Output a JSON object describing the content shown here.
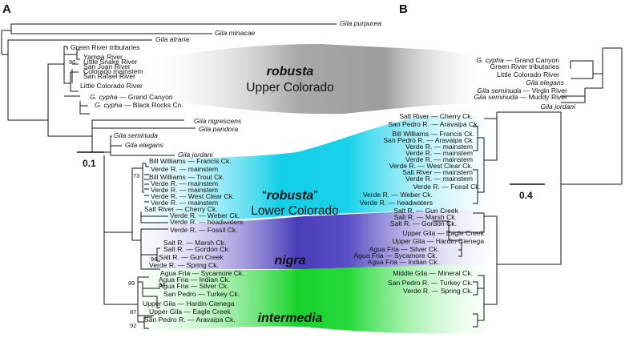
{
  "panels": {
    "a": "A",
    "b": "B"
  },
  "scales": {
    "a": "0.1",
    "b": "0.4"
  },
  "groups": {
    "robusta_upper": {
      "name": "robusta",
      "sub": "Upper Colorado"
    },
    "robusta_lower": {
      "q_open": "“",
      "name": "robusta",
      "q_close": "”",
      "sub": "Lower Colorado"
    },
    "nigra": {
      "name": "nigra"
    },
    "intermedia": {
      "name": "intermedia"
    }
  },
  "colors": {
    "grey": "#b9b9b9",
    "cyan": "#22d3ea",
    "purple": "#5a4ec2",
    "green": "#28d93c"
  },
  "support": {
    "n90": "90",
    "n73": "73",
    "n94a": "94",
    "n89": "89",
    "n94b": "94",
    "n87": "87",
    "n92": "92"
  },
  "tree_a_labels": [
    {
      "t": "Gila purpurea",
      "italic": true
    },
    {
      "t": "Gila minacae",
      "italic": true
    },
    {
      "t": "Gila atraria",
      "italic": true
    },
    {
      "t": "Green River tributaries"
    },
    {
      "t": "Yampa River"
    },
    {
      "t": "Little Snake River"
    },
    {
      "t": "San Juan River"
    },
    {
      "t": "Colorado mainstem"
    },
    {
      "t": "San Rafael River"
    },
    {
      "t": "Little Colorado River"
    },
    {
      "t": "G. cypha",
      "italic": true,
      "rest": " — Grand Canyon"
    },
    {
      "t": "G. cypha",
      "italic": true,
      "rest": " — Black Rocks Cn."
    },
    {
      "t": "Gila nigrescens",
      "italic": true
    },
    {
      "t": "Gila pandora",
      "italic": true
    },
    {
      "t": "Gila seminuda",
      "italic": true
    },
    {
      "t": "Gila elegans",
      "italic": true
    },
    {
      "t": "Gila jordani",
      "italic": true
    },
    {
      "t": "Bill Williams — Francis Ck."
    },
    {
      "t": "Verde R. — mainstem"
    },
    {
      "t": "Bill Williams — Trout Ck."
    },
    {
      "t": "Verde R. — mainstem"
    },
    {
      "t": "Verde R. — mainstem"
    },
    {
      "t": "Verde R. — West Clear Ck."
    },
    {
      "t": "Verde R. — mainstem"
    },
    {
      "t": "Salt River — Cherry Ck."
    },
    {
      "t": "Verde R. — Weber Ck."
    },
    {
      "t": "Verde R. — headwaters"
    },
    {
      "t": "Verde R. — Fossil Ck."
    },
    {
      "t": "Salt R. — Marsh Ck."
    },
    {
      "t": "Salt R. — Gordon Ck."
    },
    {
      "t": "Salt R. — Gun Creek"
    },
    {
      "t": "Verde R. — Spring Ck."
    },
    {
      "t": "Agua Fria — Sycamore Ck."
    },
    {
      "t": "Agua Fria — Indian Ck."
    },
    {
      "t": "Agua Fria — Silver Ck."
    },
    {
      "t": "San Pedro — Turkey Ck."
    },
    {
      "t": "Upper Gila — Hardin-Cienega"
    },
    {
      "t": "Upper Gila — Eagle Creek"
    },
    {
      "t": "San Pedro R. — Aravaipa Ck."
    }
  ],
  "tree_b_labels": [
    {
      "t": "G. cypha",
      "italic": true,
      "rest": " — Grand Canyon"
    },
    {
      "t": "Green River tributaries"
    },
    {
      "t": "Little Colorado River"
    },
    {
      "t": "Gila elegans",
      "italic": true
    },
    {
      "t": "Gila seminuda",
      "italic": true,
      "rest": " — Virgin River"
    },
    {
      "t": "Gila seminuda",
      "italic": true,
      "rest": " — Muddy River"
    },
    {
      "t": "Gila jordani",
      "italic": true
    },
    {
      "t": "Salt River — Cherry Ck."
    },
    {
      "t": "San Pedro R. — Aravaipa Ck."
    },
    {
      "t": "Bill Williams — Francis Ck."
    },
    {
      "t": "San Pedro R. — Aravaipa Ck."
    },
    {
      "t": "Verde R. — mainstem"
    },
    {
      "t": "Verde R. — mainstem"
    },
    {
      "t": "Verde R. — mainstem"
    },
    {
      "t": "Verde R. — West Clear Ck."
    },
    {
      "t": "Salt River — mainstem"
    },
    {
      "t": "Verde R. — mainstem"
    },
    {
      "t": "Verde R. — Fossil Ck."
    },
    {
      "t": "Verde R. — Weber Ck."
    },
    {
      "t": "Verde R. — headwaters"
    },
    {
      "t": "Salt R. — Gun Creek"
    },
    {
      "t": "Salt R. — Marsh Ck."
    },
    {
      "t": "Salt R. — Gordon Ck."
    },
    {
      "t": "Upper Gila — Eagle Creek"
    },
    {
      "t": "Upper Gila — Hardin-Cienega"
    },
    {
      "t": "Agua Fria — Silver Ck."
    },
    {
      "t": "Agua Fria — Sycamore Ck."
    },
    {
      "t": "Agua Fria — Indian Ck."
    },
    {
      "t": "Middle Gila — Mineral Ck."
    },
    {
      "t": "San Pedro R. — Turkey Ck."
    },
    {
      "t": "Verde R. — Spring Ck."
    }
  ]
}
